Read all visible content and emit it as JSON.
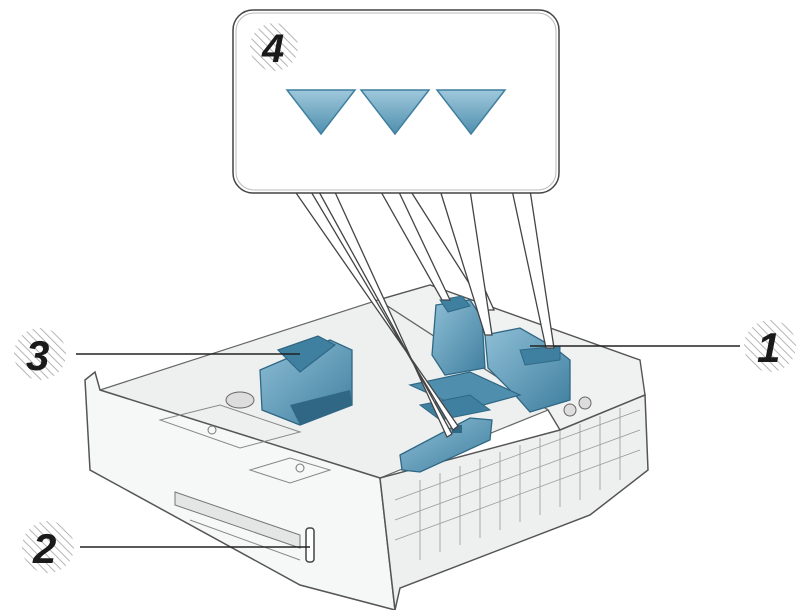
{
  "callouts": {
    "c1": {
      "label": "1"
    },
    "c2": {
      "label": "2"
    },
    "c3": {
      "label": "3"
    },
    "c4": {
      "label": "4"
    }
  },
  "colors": {
    "guide_blue": "#5b97b5",
    "guide_dark": "#2f6784",
    "tray_fill": "#f4f5f5",
    "outline": "#555555",
    "triangle_blue": "#69a4c0"
  },
  "icons": {
    "press_arrows": [
      "triangle-down-icon",
      "triangle-down-icon",
      "triangle-down-icon"
    ]
  }
}
